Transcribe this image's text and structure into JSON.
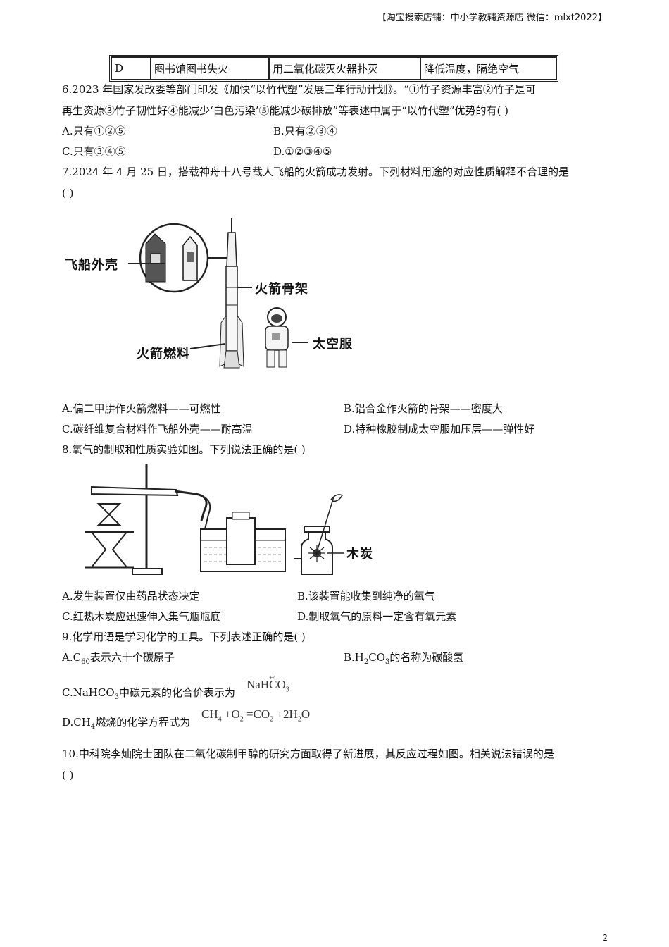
{
  "header": {
    "note": "【淘宝搜索店铺：中小学教辅资源店  微信：mlxt2022】"
  },
  "table_row": [
    "D",
    "图书馆图书失火",
    "用二氧化碳灭火器扑灭",
    "降低温度，隔绝空气"
  ],
  "q6": {
    "stem_line1": "6.2023 年国家发改委等部门印发《加快“以竹代塑”发展三年行动计划》。“①竹子资源丰富②竹子是可",
    "stem_line2": "再生资源③竹子韧性好④能减少‘白色污染’⑤能减少碳排放”等表述中属于“以竹代塑”优势的有(    )",
    "A": "A.只有①②⑤",
    "B": "B.只有②③④",
    "C": "C.只有③④⑤",
    "D": "D.①②③④⑤"
  },
  "q7": {
    "stem_line1": "7.2024 年 4 月 25 日，搭载神舟十八号载人飞船的火箭成功发射。下列材料用途的对应性质解释不合理的是",
    "stem_line2": "(    )",
    "figure_labels": {
      "shell": "飞船外壳",
      "frame": "火箭骨架",
      "fuel": "火箭燃料",
      "suit": "太空服"
    },
    "A": "A.偏二甲肼作火箭燃料——可燃性",
    "B": "B.铝合金作火箭的骨架——密度大",
    "C": "C.碳纤维复合材料作飞船外壳——耐高温",
    "D": "D.特种橡胶制成太空服加压层——弹性好"
  },
  "q8": {
    "stem": "8.氧气的制取和性质实验如图。下列说法正确的是(    )",
    "figure_label": "木炭",
    "A": "A.发生装置仅由药品状态决定",
    "B": "B.该装置能收集到纯净的氧气",
    "C": "C.红热木炭应迅速伸入集气瓶瓶底",
    "D": "D.制取氧气的原料一定含有氧元素"
  },
  "q9": {
    "stem": "9.化学用语是学习化学的工具。下列表述正确的是(    )",
    "A_pre": "A.C",
    "A_sub": "60",
    "A_post": "表示六十个碳原子",
    "B_pre": "B.H",
    "B_sub1": "2",
    "B_mid": "CO",
    "B_sub2": "3",
    "B_post": "的名称为碳酸氢",
    "C_pre": "C.NaHCO",
    "C_sub": "3",
    "C_post": "中碳元素的化合价表示为",
    "C_formula_pre": "NaH",
    "C_formula_el": "C",
    "C_formula_val": "+4",
    "C_formula_post": "O",
    "C_formula_sub": "3",
    "D_pre": "D.CH",
    "D_sub": "4",
    "D_post": "燃烧的化学方程式为",
    "D_eq": {
      "p1": "CH",
      "s1": "4",
      "p2": " +O",
      "s2": "2",
      "p3": " =CO",
      "s3": "2",
      "p4": " +2H",
      "s4": "2",
      "p5": "O"
    }
  },
  "q10": {
    "stem_line1": "10.中科院李灿院士团队在二氧化碳制甲醇的研究方面取得了新进展，其反应过程如图。相关说法错误的是",
    "stem_line2": "(    )"
  },
  "page_number": "2"
}
